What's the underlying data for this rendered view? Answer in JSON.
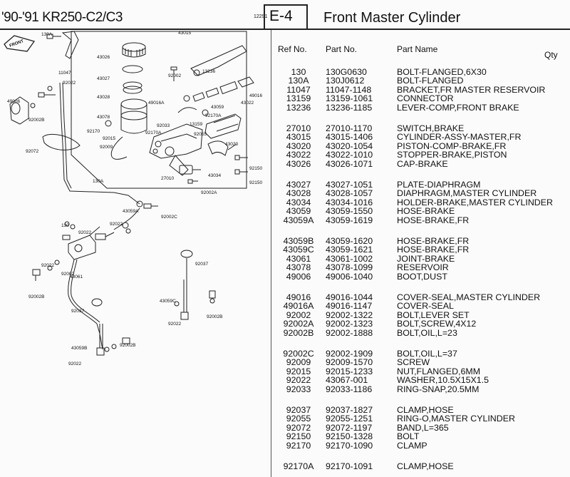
{
  "header": {
    "model": "'90-'91 KR250-C2/C3",
    "stamp": "12291",
    "section": "E-4",
    "title": "Front Master Cylinder"
  },
  "columns": {
    "ref": "Ref No.",
    "part": "Part No.",
    "name": "Part Name",
    "qty": "Qty"
  },
  "parts": [
    {
      "ref": "130",
      "part": "130G0630",
      "name": "BOLT-FLANGED,6X30"
    },
    {
      "ref": "130A",
      "part": "130J0612",
      "name": "BOLT-FLANGED"
    },
    {
      "ref": "11047",
      "part": "11047-1148",
      "name": "BRACKET,FR MASTER RESERVOIR"
    },
    {
      "ref": "13159",
      "part": "13159-1061",
      "name": "CONNECTOR"
    },
    {
      "ref": "13236",
      "part": "13236-1185",
      "name": "LEVER-COMP,FRONT BRAKE"
    },
    {
      "ref": "27010",
      "part": "27010-1170",
      "name": "SWITCH,BRAKE"
    },
    {
      "ref": "43015",
      "part": "43015-1406",
      "name": "CYLINDER-ASSY-MASTER,FR"
    },
    {
      "ref": "43020",
      "part": "43020-1054",
      "name": "PISTON-COMP-BRAKE,FR"
    },
    {
      "ref": "43022",
      "part": "43022-1010",
      "name": "STOPPER-BRAKE,PISTON"
    },
    {
      "ref": "43026",
      "part": "43026-1071",
      "name": "CAP-BRAKE"
    },
    {
      "ref": "43027",
      "part": "43027-1051",
      "name": "PLATE-DIAPHRAGM"
    },
    {
      "ref": "43028",
      "part": "43028-1057",
      "name": "DIAPHRAGM,MASTER CYLINDER"
    },
    {
      "ref": "43034",
      "part": "43034-1016",
      "name": "HOLDER-BRAKE,MASTER CYLINDER"
    },
    {
      "ref": "43059",
      "part": "43059-1550",
      "name": "HOSE-BRAKE"
    },
    {
      "ref": "43059A",
      "part": "43059-1619",
      "name": "HOSE-BRAKE,FR"
    },
    {
      "ref": "43059B",
      "part": "43059-1620",
      "name": "HOSE-BRAKE,FR"
    },
    {
      "ref": "43059C",
      "part": "43059-1621",
      "name": "HOSE-BRAKE,FR"
    },
    {
      "ref": "43061",
      "part": "43061-1002",
      "name": "JOINT-BRAKE"
    },
    {
      "ref": "43078",
      "part": "43078-1099",
      "name": "RESERVOIR"
    },
    {
      "ref": "49006",
      "part": "49006-1040",
      "name": "BOOT,DUST"
    },
    {
      "ref": "49016",
      "part": "49016-1044",
      "name": "COVER-SEAL,MASTER CYLINDER"
    },
    {
      "ref": "49016A",
      "part": "49016-1147",
      "name": "COVER-SEAL"
    },
    {
      "ref": "92002",
      "part": "92002-1322",
      "name": "BOLT,LEVER SET"
    },
    {
      "ref": "92002A",
      "part": "92002-1323",
      "name": "BOLT,SCREW,4X12"
    },
    {
      "ref": "92002B",
      "part": "92002-1888",
      "name": "BOLT,OIL,L=23"
    },
    {
      "ref": "92002C",
      "part": "92002-1909",
      "name": "BOLT,OIL,L=37"
    },
    {
      "ref": "92009",
      "part": "92009-1570",
      "name": "SCREW"
    },
    {
      "ref": "92015",
      "part": "92015-1233",
      "name": "NUT,FLANGED,6MM"
    },
    {
      "ref": "92022",
      "part": "43067-001",
      "name": "WASHER,10.5X15X1.5"
    },
    {
      "ref": "92033",
      "part": "92033-1186",
      "name": "RING-SNAP,20.5MM"
    },
    {
      "ref": "92037",
      "part": "92037-1827",
      "name": "CLAMP,HOSE"
    },
    {
      "ref": "92055",
      "part": "92055-1251",
      "name": "RING-O,MASTER CYLINDER"
    },
    {
      "ref": "92072",
      "part": "92072-1197",
      "name": "BAND,L=365"
    },
    {
      "ref": "92150",
      "part": "92150-1328",
      "name": "BOLT"
    },
    {
      "ref": "92170",
      "part": "92170-1090",
      "name": "CLAMP"
    },
    {
      "ref": "92170A",
      "part": "92170-1091",
      "name": "CLAMP,HOSE"
    }
  ],
  "diagram": {
    "front_tag": "FRONT",
    "labels": [
      "130A",
      "11047",
      "92022",
      "43015",
      "43026",
      "43027",
      "43028",
      "43078",
      "92170",
      "92015",
      "92009",
      "130A",
      "92002",
      "13236",
      "49016A",
      "43059",
      "43022",
      "49016",
      "92170A",
      "13159",
      "92033",
      "92170A",
      "92055",
      "43020",
      "27010",
      "43034",
      "92150",
      "92150",
      "92002A",
      "49006",
      "92002B",
      "92072",
      "43059A",
      "92002C",
      "130",
      "92022",
      "92022",
      "43061",
      "92022",
      "92002",
      "92002B",
      "92037",
      "43059C",
      "92037",
      "92022",
      "92002B",
      "43059B",
      "92002B",
      "92022"
    ]
  }
}
